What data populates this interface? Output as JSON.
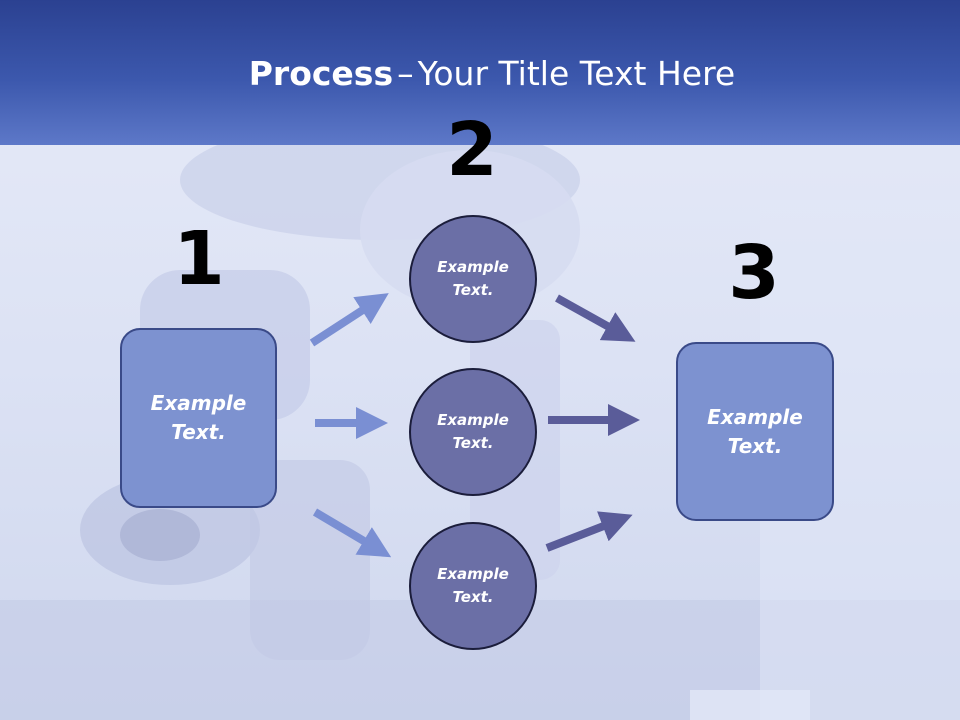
{
  "title": {
    "bold": "Process",
    "separator": "–",
    "rest": "Your Title Text Here"
  },
  "steps": {
    "one": "1",
    "two": "2",
    "three": "3"
  },
  "left_box": {
    "line1": "Example",
    "line2": "Text."
  },
  "right_box": {
    "line1": "Example",
    "line2": "Text."
  },
  "circles": [
    {
      "line1": "Example",
      "line2": "Text."
    },
    {
      "line1": "Example",
      "line2": "Text."
    },
    {
      "line1": "Example",
      "line2": "Text."
    }
  ],
  "colors": {
    "header": "#3c58ad",
    "box_fill": "#7d92d0",
    "circle_fill": "#6b6fa6",
    "arrow_left": "#7a8fd3",
    "arrow_right": "#5a5c99"
  }
}
